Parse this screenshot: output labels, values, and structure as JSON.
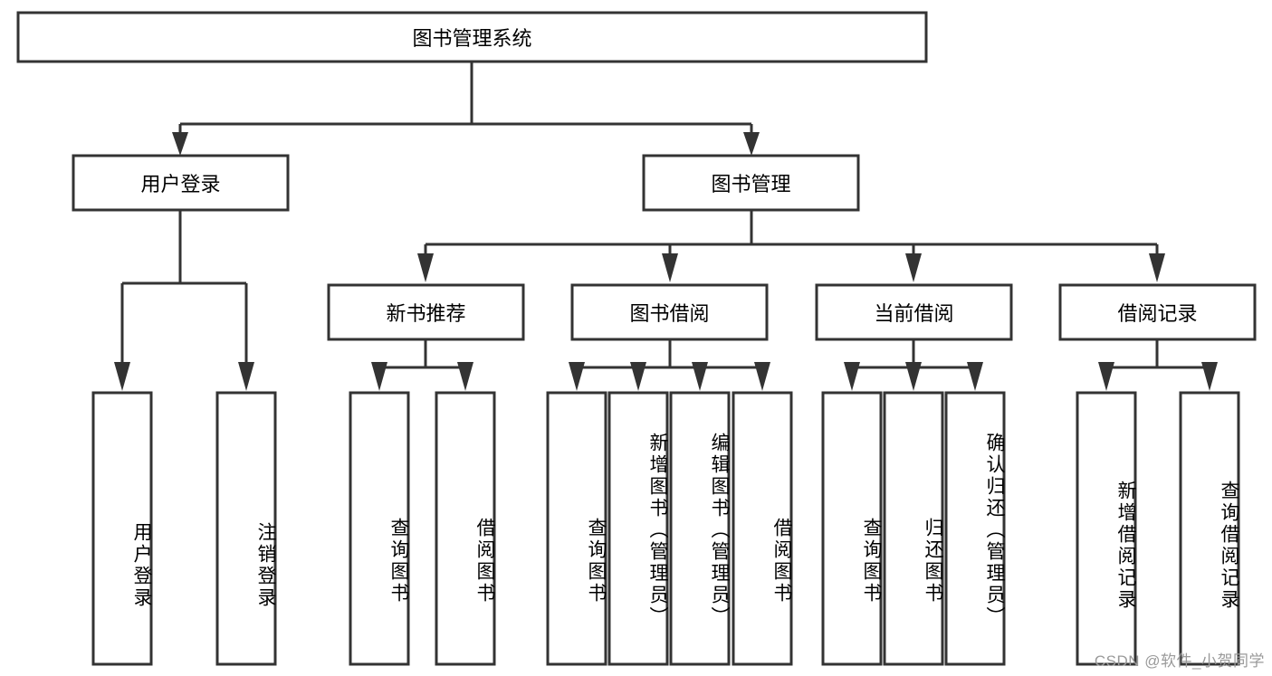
{
  "diagram": {
    "type": "tree-hierarchy",
    "title": "图书管理系统",
    "watermark": "CSDN @软件_小贺同学",
    "colors": {
      "stroke": "#333333",
      "fill": "#ffffff",
      "text": "#000000",
      "watermark": "#9a9a9a"
    },
    "levels": {
      "level1": {
        "label": "level-1-root",
        "nodes": [
          {
            "id": "root",
            "text": "图书管理系统",
            "orientation": "horizontal"
          }
        ]
      },
      "level2": {
        "label": "level-2-modules",
        "nodes": [
          {
            "id": "user-login",
            "text": "用户登录",
            "orientation": "horizontal"
          },
          {
            "id": "book-manage",
            "text": "图书管理",
            "orientation": "horizontal"
          }
        ]
      },
      "level3": {
        "label": "level-3-submodules",
        "nodes": [
          {
            "id": "new-book-recommend",
            "text": "新书推荐",
            "orientation": "horizontal"
          },
          {
            "id": "book-borrow",
            "text": "图书借阅",
            "orientation": "horizontal"
          },
          {
            "id": "current-borrow",
            "text": "当前借阅",
            "orientation": "horizontal"
          },
          {
            "id": "borrow-record",
            "text": "借阅记录",
            "orientation": "horizontal"
          }
        ]
      },
      "level4": {
        "label": "level-4-actions",
        "nodes": [
          {
            "id": "leaf-user-login",
            "text": "用户登录",
            "parent": "user-login",
            "orientation": "vertical"
          },
          {
            "id": "leaf-logout",
            "text": "注销登录",
            "parent": "user-login",
            "orientation": "vertical"
          },
          {
            "id": "leaf-query-book-1",
            "text": "查询图书",
            "parent": "new-book-recommend",
            "orientation": "vertical"
          },
          {
            "id": "leaf-borrow-book-1",
            "text": "借阅图书",
            "parent": "new-book-recommend",
            "orientation": "vertical"
          },
          {
            "id": "leaf-query-book-2",
            "text": "查询图书",
            "parent": "book-borrow",
            "orientation": "vertical"
          },
          {
            "id": "leaf-add-book",
            "text": "新增图书（管理员）",
            "parent": "book-borrow",
            "orientation": "vertical"
          },
          {
            "id": "leaf-edit-book",
            "text": "编辑图书（管理员）",
            "parent": "book-borrow",
            "orientation": "vertical"
          },
          {
            "id": "leaf-borrow-book-2",
            "text": "借阅图书",
            "parent": "book-borrow",
            "orientation": "vertical"
          },
          {
            "id": "leaf-query-book-3",
            "text": "查询图书",
            "parent": "current-borrow",
            "orientation": "vertical"
          },
          {
            "id": "leaf-return-book",
            "text": "归还图书",
            "parent": "current-borrow",
            "orientation": "vertical"
          },
          {
            "id": "leaf-confirm-return",
            "text": "确认归还（管理员）",
            "parent": "current-borrow",
            "orientation": "vertical"
          },
          {
            "id": "leaf-add-record",
            "text": "新增借阅记录",
            "parent": "borrow-record",
            "orientation": "vertical"
          },
          {
            "id": "leaf-query-record",
            "text": "查询借阅记录",
            "parent": "borrow-record",
            "orientation": "vertical"
          }
        ]
      }
    }
  }
}
